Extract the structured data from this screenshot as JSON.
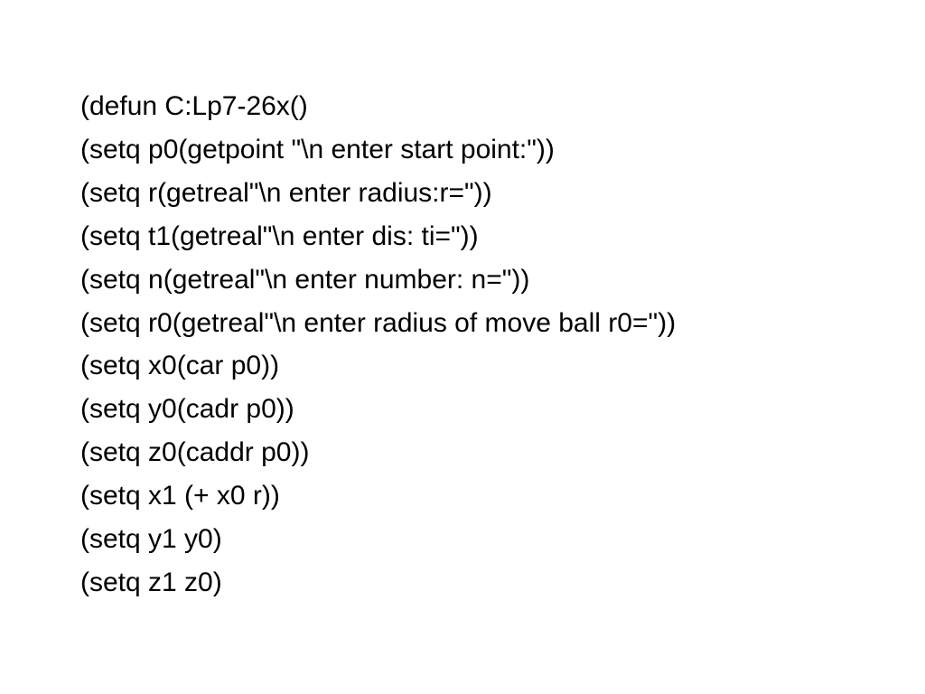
{
  "slide": {
    "lines": [
      "(defun C:Lp7-26x()",
      "(setq p0(getpoint \"\\n enter start point:\"))",
      "(setq r(getreal\"\\n enter radius:r=\"))",
      "(setq t1(getreal\"\\n enter dis: ti=\"))",
      "(setq n(getreal\"\\n enter number: n=\"))",
      "(setq r0(getreal\"\\n enter radius of move ball r0=\"))",
      "(setq x0(car p0))",
      "(setq y0(cadr p0))",
      "(setq z0(caddr p0))",
      "(setq x1 (+ x0 r))",
      "(setq y1 y0)",
      "(setq z1 z0)"
    ]
  }
}
